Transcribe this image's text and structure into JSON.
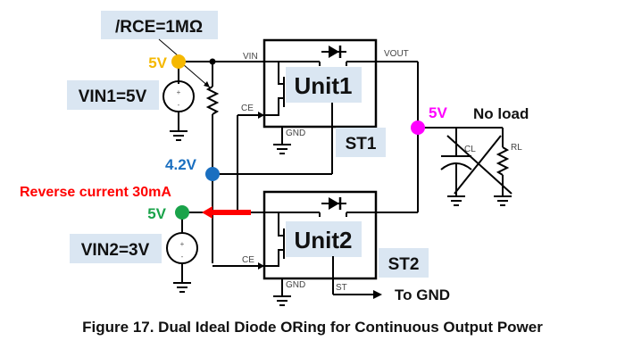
{
  "diagram": {
    "rce_label": "/RCE=1MΩ",
    "vin1_label": "VIN1=5V",
    "vin2_label": "VIN2=3V",
    "node_vin1_voltage": "5V",
    "node_ce_voltage": "4.2V",
    "node_vin2_voltage": "5V",
    "node_vout_voltage": "5V",
    "reverse_current_label": "Reverse current 30mA",
    "no_load_label": "No load",
    "unit1_label": "Unit1",
    "unit2_label": "Unit2",
    "st1_label": "ST1",
    "st2_label": "ST2",
    "to_gnd_label": "To GND",
    "pins": {
      "vin": "VIN",
      "vout": "VOUT",
      "ce": "CE",
      "gnd": "GND",
      "st": "ST",
      "cl": "CL",
      "rl": "RL"
    },
    "colors": {
      "vin1_node": "#f5b800",
      "ce_node": "#1a6fc0",
      "vin2_node": "#1aa34a",
      "vout_node": "#ff00ff",
      "reverse_current": "#ff0000",
      "label_bg": "#dae6f2"
    }
  },
  "caption": "Figure 17.  Dual Ideal Diode ORing for Continuous Output Power"
}
